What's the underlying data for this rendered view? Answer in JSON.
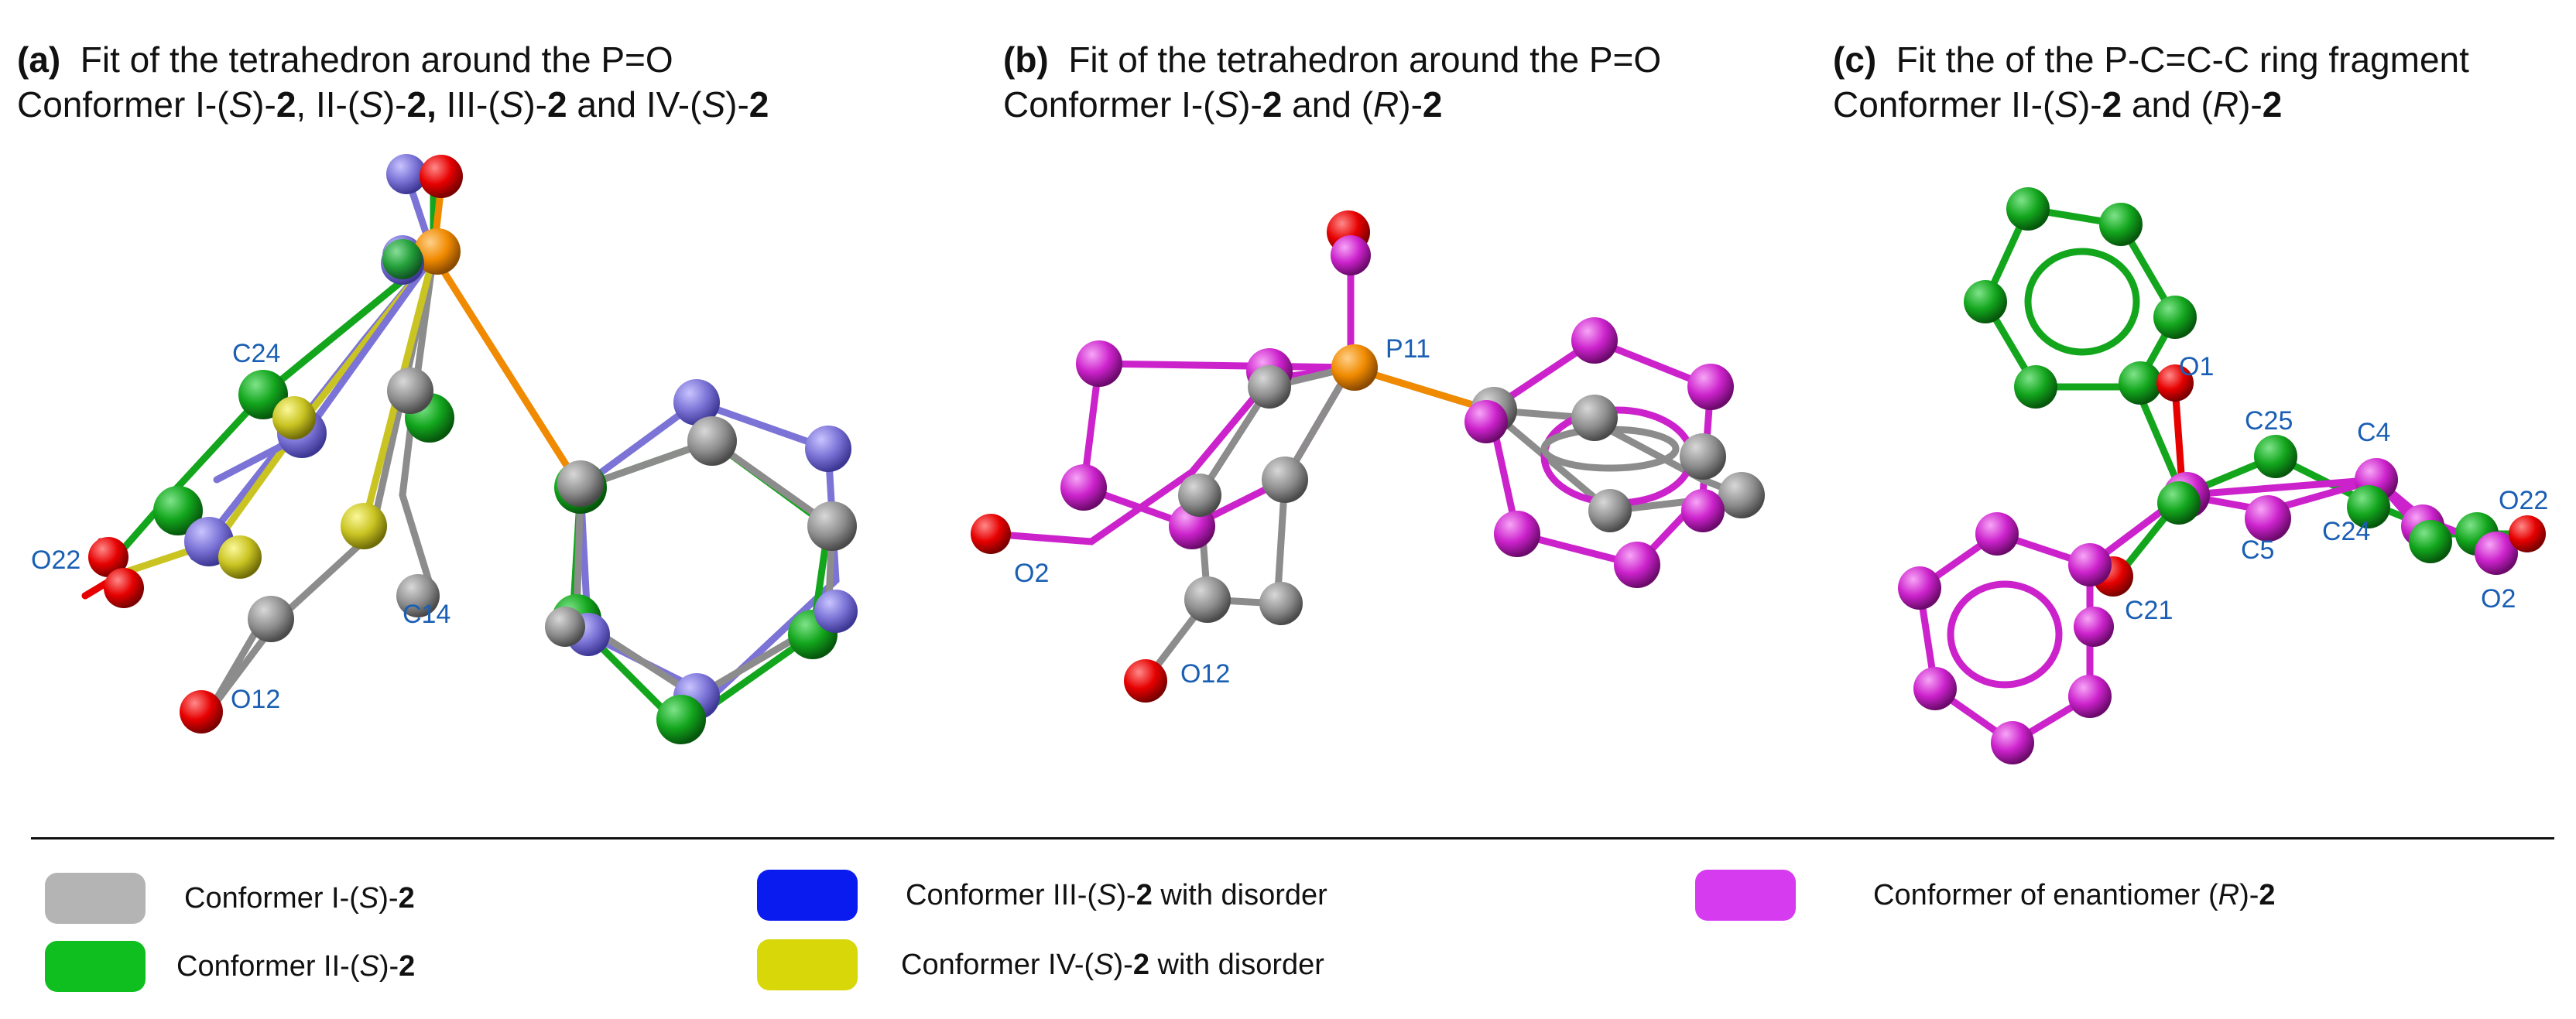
{
  "panels": [
    {
      "tag": "(a)",
      "line1": "Fit of the tetrahedron around the P=O",
      "line2_parts": [
        "Conformer I-(",
        "S",
        ")-",
        "2",
        ",  II-(",
        "S",
        ")-",
        "2,",
        "  III-(",
        "S",
        ")-",
        "2",
        " and  IV-(",
        "S",
        ")-",
        "2"
      ],
      "atom_labels": [
        "C24",
        "O22",
        "C14",
        "O12"
      ]
    },
    {
      "tag": "(b)",
      "line1": "Fit of the tetrahedron around the P=O",
      "line2_parts": [
        "Conformer I-(",
        "S",
        ")-",
        "2",
        "  and  (",
        "R",
        ")-",
        "2"
      ],
      "atom_labels": [
        "P11",
        "O2",
        "O12"
      ]
    },
    {
      "tag": "(c)",
      "line1": "Fit the of the P-C=C-C ring fragment",
      "line2_parts": [
        "Conformer II-(",
        "S",
        ")-",
        "2",
        "  and  (",
        "R",
        ")-",
        "2"
      ],
      "atom_labels": [
        "O1",
        "C25",
        "C4",
        "O22",
        "C24",
        "C5",
        "O2",
        "C21"
      ]
    }
  ],
  "legend": [
    {
      "parts": [
        "Conformer I-(",
        "S",
        ")-",
        "2",
        ""
      ],
      "color": "#b4b4b4"
    },
    {
      "parts": [
        "Conformer II-(",
        "S",
        ")-",
        "2",
        ""
      ],
      "color": "#0fbf1f"
    },
    {
      "parts": [
        "Conformer III-(",
        "S",
        ")-",
        "2",
        " with disorder"
      ],
      "color": "#0a1bf0"
    },
    {
      "parts": [
        "Conformer IV-(",
        "S",
        ")-",
        "2",
        " with disorder"
      ],
      "color": "#d7d70a"
    },
    {
      "parts": [
        "Conformer of enantiomer (",
        "R",
        ")-",
        "2",
        ""
      ],
      "color": "#d63bf0"
    }
  ],
  "colors": {
    "carbon_gray": "#8c8c8c",
    "carbon_green": "#13a61d",
    "carbon_purple": "#7b73d6",
    "carbon_yellow": "#c9c422",
    "carbon_magenta": "#cc22cc",
    "oxygen": "#e60000",
    "phosphorus": "#f08a00",
    "label_blue": "#1a5fb4"
  }
}
